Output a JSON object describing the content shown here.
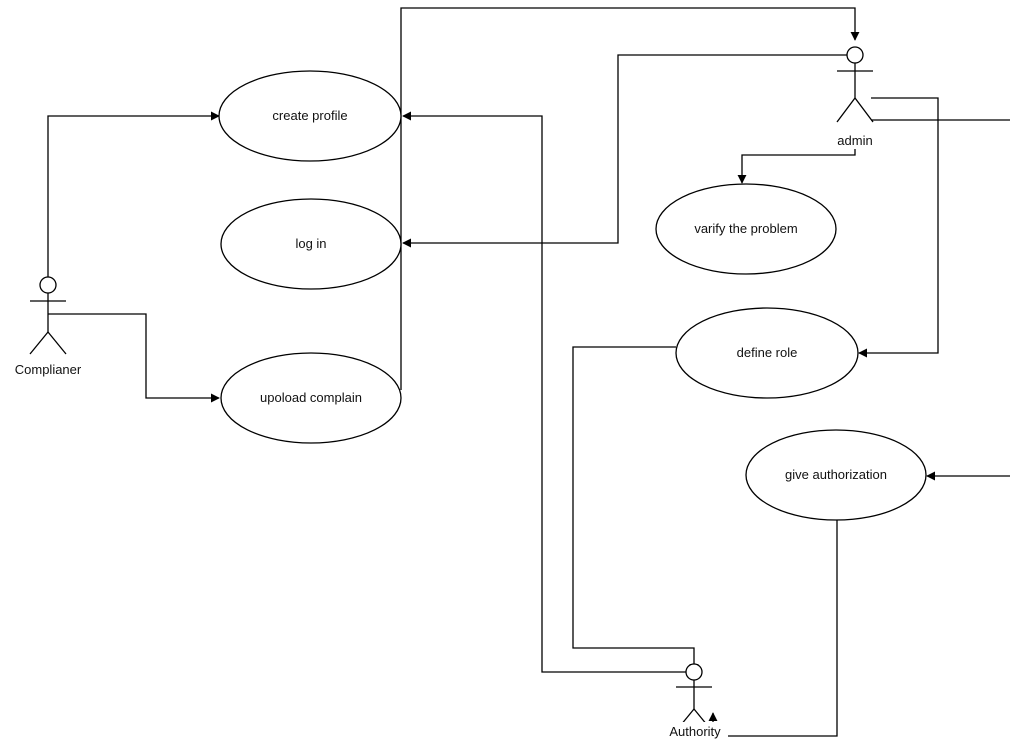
{
  "diagram": {
    "colors": {
      "stroke": "#000000",
      "fill": "#ffffff",
      "text": "#111111"
    },
    "actors": {
      "complianer": {
        "label": "Complianer"
      },
      "admin": {
        "label": "admin"
      },
      "authority": {
        "label": "Authority"
      }
    },
    "use_cases": {
      "create_profile": {
        "label": "create profile"
      },
      "log_in": {
        "label": "log in"
      },
      "upload_complain": {
        "label": "upoload complain"
      },
      "verify_problem": {
        "label": "varify the problem"
      },
      "define_role": {
        "label": "define role"
      },
      "give_authorization": {
        "label": "give authorization"
      }
    }
  }
}
